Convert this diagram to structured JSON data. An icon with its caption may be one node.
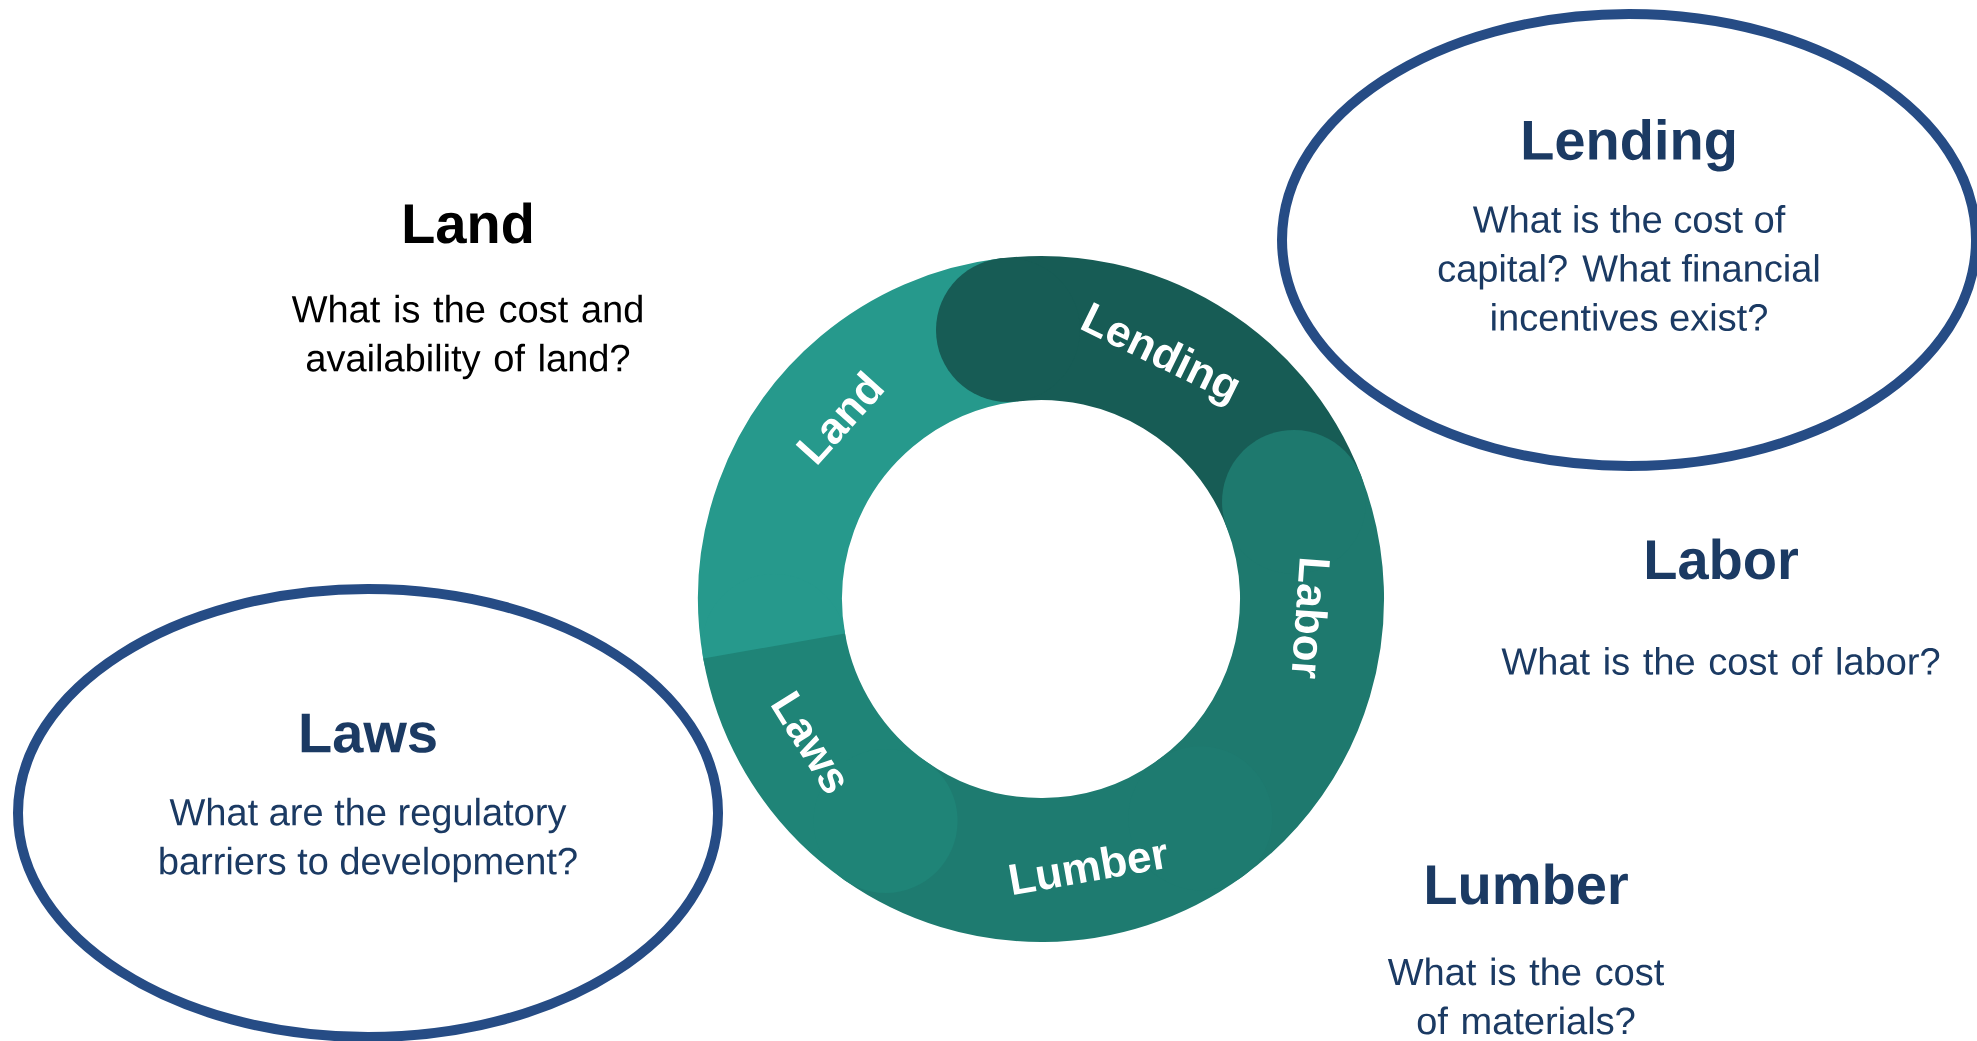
{
  "diagram": {
    "nodes": [
      {
        "text": [
          "Lending",
          "What is the cost of capital? What financial incentives exist?"
        ]
      },
      {
        "text": [
          "Land"
        ]
      },
      {
        "text": [
          "Lending"
        ]
      },
      {
        "text": [
          "Labor"
        ]
      },
      {
        "text": [
          "Lumber"
        ]
      },
      {
        "text": [
          "Laws"
        ]
      },
      {
        "text": [
          "Laws",
          "What are the regulatory barriers to development?"
        ]
      }
    ],
    "labels": [
      "Land",
      "What is the cost and availability of land?",
      "Labor",
      "What is the cost of labor?",
      "Lumber",
      "What is the cost of materials?"
    ]
  }
}
